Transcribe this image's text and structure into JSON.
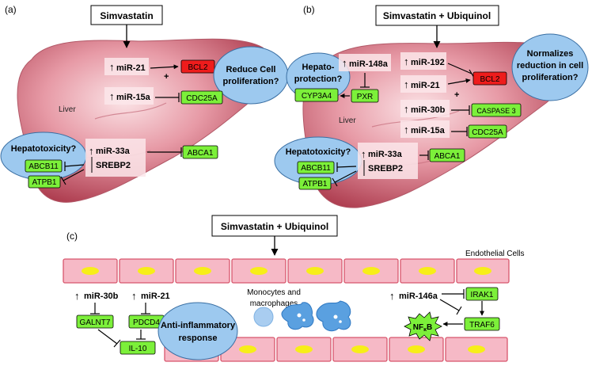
{
  "panels": {
    "a": {
      "label": "(a)",
      "drug": "Simvastatin",
      "liver_label": "Liver",
      "mir21": "miR-21",
      "bcl2": "BCL2",
      "plus": "+",
      "mir15a": "miR-15a",
      "cdc25a": "CDC25A",
      "reduce_bubble": [
        "Reduce Cell",
        "proliferation?"
      ],
      "hepatotox": "Hepatotoxicity?",
      "abcb11": "ABCB11",
      "atpb1": "ATPB1",
      "mir33a": "miR-33a",
      "srebp2": "SREBP2",
      "abca1": "ABCA1"
    },
    "b": {
      "label": "(b)",
      "drug": "Simvastatin + Ubiquinol",
      "liver_label": "Liver",
      "hepatoprot": [
        "Hepato-",
        "protection?"
      ],
      "mir148a": "miR-148a",
      "cyp3a4": "CYP3A4",
      "pxr": "PXR",
      "mir192": "miR-192",
      "mir21": "miR-21",
      "plus": "+",
      "bcl2": "BCL2",
      "normalize_bubble": [
        "Normalizes",
        "reduction in cell",
        "proliferation?"
      ],
      "mir30b": "miR-30b",
      "caspase3": "CASPASE 3",
      "mir15a": "miR-15a",
      "cdc25a": "CDC25A",
      "hepatotox": "Hepatotoxicity?",
      "abcb11": "ABCB11",
      "atpb1": "ATPB1",
      "mir33a": "miR-33a",
      "srebp2": "SREBP2",
      "abca1": "ABCA1"
    },
    "c": {
      "label": "(c)",
      "drug": "Simvastatin + Ubiquinol",
      "endothelial": "Endothelial Cells",
      "monocytes": [
        "Monocytes and",
        "macrophages"
      ],
      "mir30b": "miR-30b",
      "galnt7": "GALNT7",
      "mir21": "miR-21",
      "pdcd4": "PDCD4",
      "il10": "IL-10",
      "anti_inflam": [
        "Anti-inflammatory",
        "response"
      ],
      "mir146a": "miR-146a",
      "irak1": "IRAK1",
      "traf6": "TRAF6",
      "nfkb": "NF",
      "nfkb_sub": "κ",
      "nfkb_end": "B"
    }
  },
  "colors": {
    "green_box": "#7cf03a",
    "red_box": "#ee1c1c",
    "bubble": "#9dc9ef",
    "cell_fill": "#f6b9c6",
    "cell_border": "#d8566c",
    "nucleus": "#f7ee18",
    "liver_light": "#f4cbd1",
    "liver_dark": "#b64455"
  }
}
